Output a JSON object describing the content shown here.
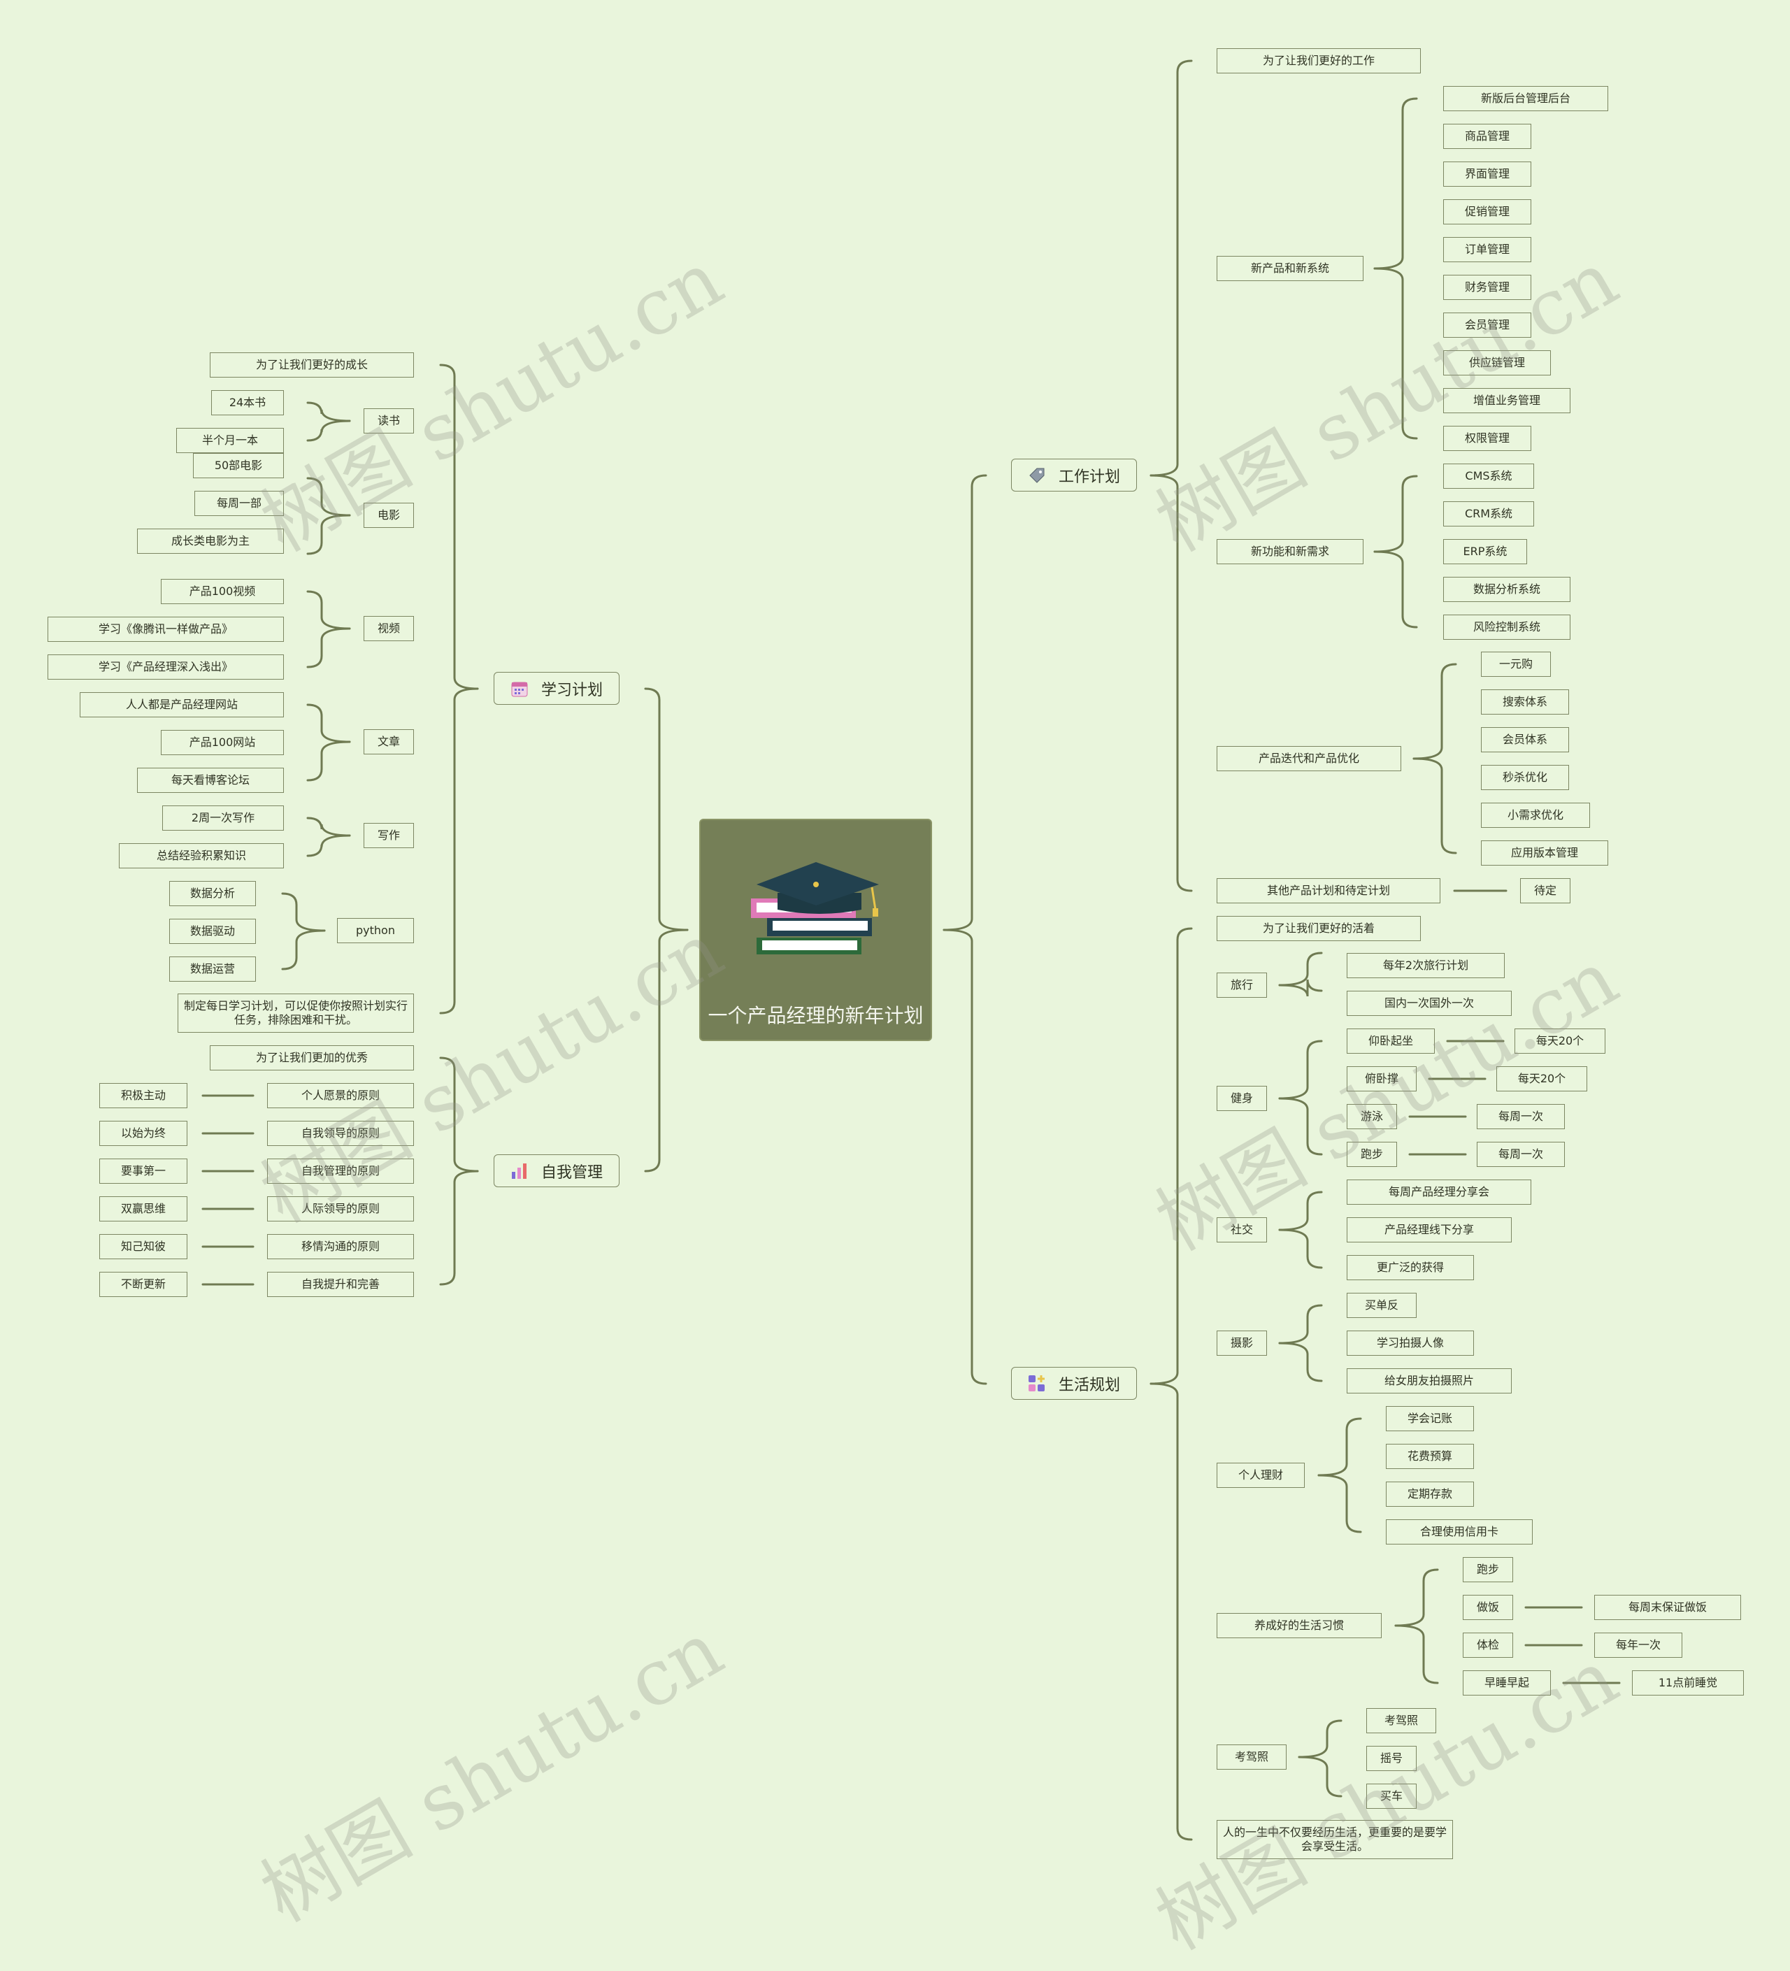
{
  "root": {
    "title": "一个产品经理的新年计划",
    "image": "graduation-cap-books-icon"
  },
  "watermark": "树图 shutu.cn",
  "colors": {
    "background": "#e9f5dc",
    "line": "#6f7a52",
    "root_bg": "#757f57"
  },
  "branches": {
    "work": {
      "label": "工作计划",
      "icon": "tag-icon",
      "items": {
        "goal": "为了让我们更好的工作",
        "new_products": {
          "label": "新产品和新系统",
          "children": [
            "新版后台管理后台",
            "商品管理",
            "界面管理",
            "促销管理",
            "订单管理",
            "财务管理",
            "会员管理",
            "供应链管理",
            "增值业务管理",
            "权限管理"
          ]
        },
        "new_features": {
          "label": "新功能和新需求",
          "children": [
            "CMS系统",
            "CRM系统",
            "ERP系统",
            "数据分析系统",
            "风险控制系统"
          ]
        },
        "iteration": {
          "label": "产品迭代和产品优化",
          "children": [
            "一元购",
            "搜索体系",
            "会员体系",
            "秒杀优化",
            "小需求优化",
            "应用版本管理"
          ]
        },
        "other": {
          "label": "其他产品计划和待定计划",
          "child": "待定"
        }
      }
    },
    "life": {
      "label": "生活规划",
      "icon": "apps-icon",
      "items": {
        "goal": "为了让我们更好的活着",
        "travel": {
          "label": "旅行",
          "children": [
            "每年2次旅行计划",
            "国内一次国外一次"
          ]
        },
        "fitness": {
          "label": "健身",
          "children": [
            {
              "label": "仰卧起坐",
              "value": "每天20个"
            },
            {
              "label": "俯卧撑",
              "value": "每天20个"
            },
            {
              "label": "游泳",
              "value": "每周一次"
            },
            {
              "label": "跑步",
              "value": "每周一次"
            }
          ]
        },
        "social": {
          "label": "社交",
          "children": [
            "每周产品经理分享会",
            "产品经理线下分享",
            "更广泛的获得"
          ]
        },
        "photo": {
          "label": "摄影",
          "children": [
            "买单反",
            "学习拍摄人像",
            "给女朋友拍摄照片"
          ]
        },
        "finance": {
          "label": "个人理财",
          "children": [
            "学会记账",
            "花费预算",
            "定期存款",
            "合理使用信用卡"
          ]
        },
        "habits": {
          "label": "养成好的生活习惯",
          "children": [
            {
              "label": "跑步"
            },
            {
              "label": "做饭",
              "value": "每周末保证做饭"
            },
            {
              "label": "体检",
              "value": "每年一次"
            },
            {
              "label": "早睡早起",
              "value": "11点前睡觉"
            }
          ]
        },
        "license": {
          "label": "考驾照",
          "children": [
            "考驾照",
            "摇号",
            "买车"
          ]
        },
        "summary": "人的一生中不仅要经历生活，更重要的是要学会享受生活。"
      }
    },
    "study": {
      "label": "学习计划",
      "icon": "calendar-icon",
      "items": {
        "goal": "为了让我们更好的成长",
        "reading": {
          "label": "读书",
          "children": [
            "24本书",
            "半个月一本"
          ]
        },
        "movies": {
          "label": "电影",
          "children": [
            "50部电影",
            "每周一部",
            "成长类电影为主"
          ]
        },
        "video": {
          "label": "视频",
          "children": [
            "产品100视频",
            "学习《像腾讯一样做产品》",
            "学习《产品经理深入浅出》"
          ]
        },
        "articles": {
          "label": "文章",
          "children": [
            "人人都是产品经理网站",
            "产品100网站",
            "每天看博客论坛"
          ]
        },
        "writing": {
          "label": "写作",
          "children": [
            "2周一次写作",
            "总结经验积累知识"
          ]
        },
        "python": {
          "label": "python",
          "children": [
            "数据分析",
            "数据驱动",
            "数据运营"
          ]
        },
        "note": "制定每日学习计划，可以促使你按照计划实行任务，排除困难和干扰。"
      }
    },
    "self": {
      "label": "自我管理",
      "icon": "bar-chart-icon",
      "items": {
        "goal": "为了让我们更加的优秀",
        "principles": [
          {
            "label": "个人愿景的原则",
            "value": "积极主动"
          },
          {
            "label": "自我领导的原则",
            "value": "以始为终"
          },
          {
            "label": "自我管理的原则",
            "value": "要事第一"
          },
          {
            "label": "人际领导的原则",
            "value": "双赢思维"
          },
          {
            "label": "移情沟通的原则",
            "value": "知己知彼"
          },
          {
            "label": "自我提升和完善",
            "value": "不断更新"
          }
        ]
      }
    }
  }
}
